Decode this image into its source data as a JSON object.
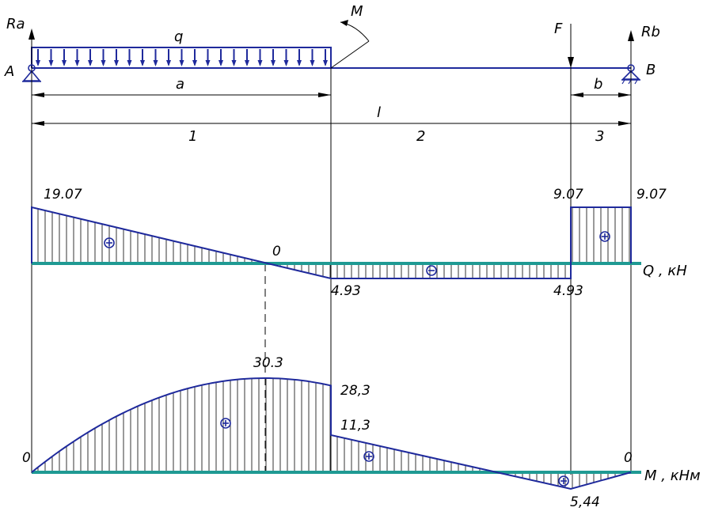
{
  "beam": {
    "support_a_reaction": "Ra",
    "support_a_label": "A",
    "support_b_reaction": "Rb",
    "support_b_label": "B",
    "distributed_load": "q",
    "moment": "M",
    "force": "F",
    "dim_a": "a",
    "dim_b": "b",
    "dim_l": "l",
    "section_1": "1",
    "section_2": "2",
    "section_3": "3"
  },
  "shear": {
    "axis_label": "Q , кН",
    "val_left": "19.07",
    "val_zero": "0",
    "val_mid_neg": "4.93",
    "val_f_neg": "4.93",
    "val_f_pos": "9.07",
    "val_right": "9.07",
    "sign_plus": "+",
    "sign_minus": "−"
  },
  "moment_diagram": {
    "axis_label": "M , кНм",
    "val_left_zero": "0",
    "val_max": "30.3",
    "val_before_jump": "28,3",
    "val_after_jump": "11,3",
    "val_min": "5,44",
    "val_right_zero": "0",
    "sign_plus": "+"
  }
}
